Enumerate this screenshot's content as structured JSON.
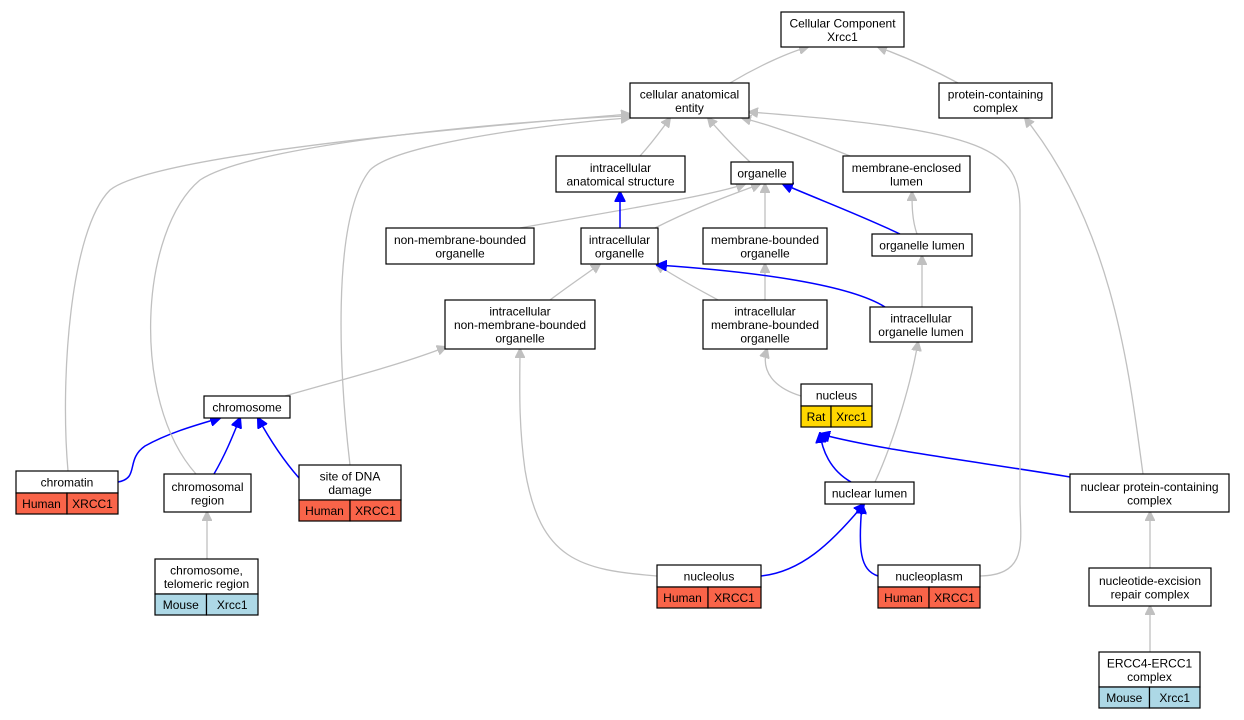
{
  "colors": {
    "human": "#f96449",
    "rat": "#ffd700",
    "mouse": "#add8e6",
    "edge_gray": "#c0c0c0",
    "edge_blue": "#0000ff"
  },
  "nodes": {
    "root": [
      "Cellular Component",
      "Xrcc1"
    ],
    "cae": [
      "cellular anatomical",
      "entity"
    ],
    "pcc": [
      "protein-containing",
      "complex"
    ],
    "ias": [
      "intracellular",
      "anatomical structure"
    ],
    "organelle": [
      "organelle"
    ],
    "mel": [
      "membrane-enclosed",
      "lumen"
    ],
    "nmbo": [
      "non-membrane-bounded",
      "organelle"
    ],
    "io": [
      "intracellular",
      "organelle"
    ],
    "mbo": [
      "membrane-bounded",
      "organelle"
    ],
    "ol": [
      "organelle lumen"
    ],
    "inmbo": [
      "intracellular",
      "non-membrane-bounded",
      "organelle"
    ],
    "imbo": [
      "intracellular",
      "membrane-bounded",
      "organelle"
    ],
    "iol": [
      "intracellular",
      "organelle lumen"
    ],
    "chromosome": [
      "chromosome"
    ],
    "nucleus": [
      "nucleus"
    ],
    "chromatin": [
      "chromatin"
    ],
    "chromreg": [
      "chromosomal",
      "region"
    ],
    "sdd": [
      "site of DNA",
      "damage"
    ],
    "nl": [
      "nuclear lumen"
    ],
    "npcc": [
      "nuclear protein-containing",
      "complex"
    ],
    "ctr": [
      "chromosome,",
      "telomeric region"
    ],
    "nucleolus": [
      "nucleolus"
    ],
    "nucleoplasm": [
      "nucleoplasm"
    ],
    "ner": [
      "nucleotide-excision",
      "repair complex"
    ],
    "ercc": [
      "ERCC4-ERCC1",
      "complex"
    ]
  },
  "annotations": {
    "nucleus": [
      "Rat",
      "Xrcc1"
    ],
    "chromatin": [
      "Human",
      "XRCC1"
    ],
    "sdd": [
      "Human",
      "XRCC1"
    ],
    "ctr": [
      "Mouse",
      "Xrcc1"
    ],
    "nucleolus": [
      "Human",
      "XRCC1"
    ],
    "nucleoplasm": [
      "Human",
      "XRCC1"
    ],
    "ercc": [
      "Mouse",
      "Xrcc1"
    ]
  },
  "edges": [
    {
      "from": "cae",
      "to": "root",
      "type": "is_a"
    },
    {
      "from": "pcc",
      "to": "root",
      "type": "is_a"
    },
    {
      "from": "ias",
      "to": "cae",
      "type": "is_a"
    },
    {
      "from": "organelle",
      "to": "cae",
      "type": "is_a"
    },
    {
      "from": "mel",
      "to": "cae",
      "type": "is_a"
    },
    {
      "from": "nmbo",
      "to": "organelle",
      "type": "is_a"
    },
    {
      "from": "io",
      "to": "organelle",
      "type": "is_a"
    },
    {
      "from": "io",
      "to": "ias",
      "type": "part_of"
    },
    {
      "from": "mbo",
      "to": "organelle",
      "type": "is_a"
    },
    {
      "from": "ol",
      "to": "organelle",
      "type": "part_of"
    },
    {
      "from": "ol",
      "to": "mel",
      "type": "is_a"
    },
    {
      "from": "inmbo",
      "to": "io",
      "type": "is_a"
    },
    {
      "from": "imbo",
      "to": "io",
      "type": "is_a"
    },
    {
      "from": "imbo",
      "to": "mbo",
      "type": "is_a"
    },
    {
      "from": "iol",
      "to": "io",
      "type": "part_of"
    },
    {
      "from": "iol",
      "to": "ol",
      "type": "is_a"
    },
    {
      "from": "chromosome",
      "to": "inmbo",
      "type": "is_a"
    },
    {
      "from": "nucleus",
      "to": "imbo",
      "type": "is_a"
    },
    {
      "from": "chromatin",
      "to": "cae",
      "type": "is_a"
    },
    {
      "from": "chromatin",
      "to": "chromosome",
      "type": "part_of"
    },
    {
      "from": "chromreg",
      "to": "cae",
      "type": "is_a"
    },
    {
      "from": "chromreg",
      "to": "chromosome",
      "type": "part_of"
    },
    {
      "from": "sdd",
      "to": "cae",
      "type": "is_a"
    },
    {
      "from": "sdd",
      "to": "chromosome",
      "type": "part_of"
    },
    {
      "from": "nl",
      "to": "nucleus",
      "type": "part_of"
    },
    {
      "from": "nl",
      "to": "iol",
      "type": "is_a"
    },
    {
      "from": "npcc",
      "to": "nucleus",
      "type": "part_of"
    },
    {
      "from": "npcc",
      "to": "pcc",
      "type": "is_a"
    },
    {
      "from": "ctr",
      "to": "chromreg",
      "type": "is_a"
    },
    {
      "from": "nucleolus",
      "to": "inmbo",
      "type": "is_a"
    },
    {
      "from": "nucleolus",
      "to": "nl",
      "type": "part_of"
    },
    {
      "from": "nucleoplasm",
      "to": "cae",
      "type": "is_a"
    },
    {
      "from": "nucleoplasm",
      "to": "nl",
      "type": "part_of"
    },
    {
      "from": "ner",
      "to": "npcc",
      "type": "is_a"
    },
    {
      "from": "ercc",
      "to": "ner",
      "type": "is_a"
    }
  ]
}
